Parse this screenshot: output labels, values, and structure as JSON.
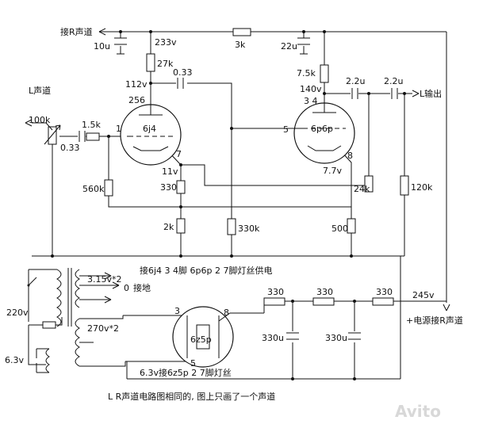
{
  "labels": {
    "r_channel_in": "接R声道",
    "l_channel": "L声道",
    "l_output": "L输出",
    "supply_r": "+电源接R声道",
    "heater_note1": "接6j4 3 4脚 6p6p 2 7脚灯丝供电",
    "ground": "接地",
    "heater_note2": "6.3v接6z5p 2 7脚灯丝",
    "footer": "L R声道电路图相同的, 图上只画了一个声道",
    "watermark": "Avito"
  },
  "components": {
    "cap_10u": "10u",
    "v233": "233v",
    "r_3k": "3k",
    "cap_22u": "22u",
    "r_27k": "27k",
    "cap_033_top": "0.33",
    "v112": "112v",
    "pins_256": "256",
    "r_75k": "7.5k",
    "v140": "140v",
    "pins_34": "3 4",
    "cap_22u_a": "2.2u",
    "cap_22u_b": "2.2u",
    "pot_100k": "100k",
    "r_15k": "1.5k",
    "cap_033_in": "0.33",
    "pin1": "1",
    "tube1": "6j4",
    "pin7": "7",
    "v11": "11v",
    "pin5": "5",
    "tube2": "6p6p",
    "pin8": "8",
    "v77": "7.7v",
    "r_560k": "560k",
    "r_330": "330",
    "r_24k": "24k",
    "r_120k": "120k",
    "r_2k": "2k",
    "r_330k": "330k",
    "r_500": "500",
    "v315": "3.15v*2",
    "zero": "0",
    "v220": "220v",
    "v270": "270v*2",
    "v63": "6.3v",
    "rect_pin3": "3",
    "rect_pin8": "8",
    "rect_pin5": "5",
    "tube3": "6z5p",
    "r_330_f1": "330",
    "r_330_f2": "330",
    "r_330_f3": "330",
    "v245": "245v",
    "cap_330u_1": "330u",
    "cap_330u_2": "330u"
  }
}
